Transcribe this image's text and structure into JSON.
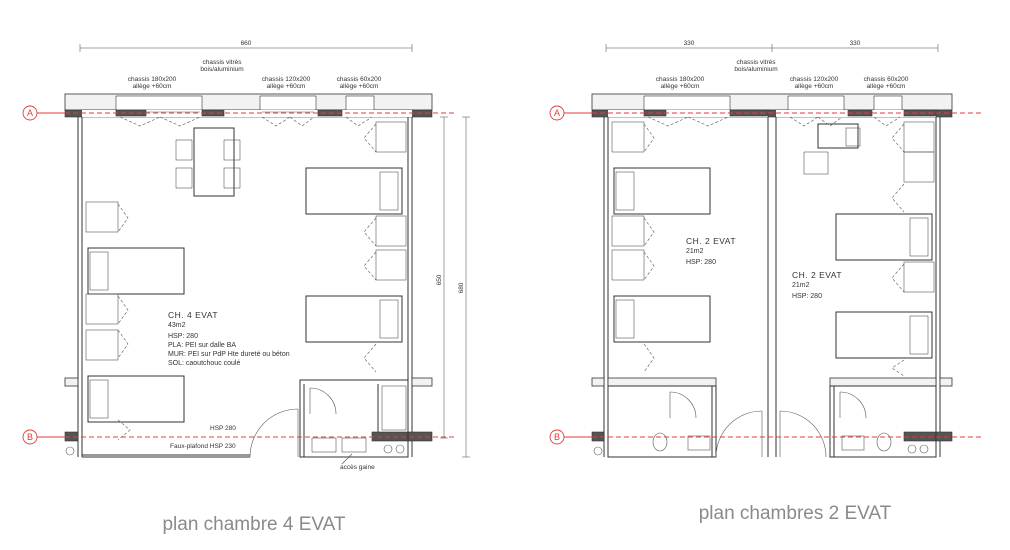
{
  "left_plan": {
    "dim_width": "660",
    "dim_height_inner": "650",
    "dim_height_outer": "680",
    "chassis_center": "chassis vitrés",
    "chassis_center_2": "bois/aluminium",
    "chassis_1": "chassis 180x200",
    "chassis_1b": "allège +60cm",
    "chassis_2": "chassis 120x200",
    "chassis_2b": "allège +60cm",
    "chassis_3": "chassis 60x200",
    "chassis_3b": "allège +60cm",
    "room_title": "CH. 4 EVAT",
    "room_area": "43m2",
    "room_hsp": "HSP: 280",
    "room_pla": "PLA: PEI sur dalle BA",
    "room_mur": "MUR: PEI sur PdP Hte dureté ou béton",
    "room_sol": "SOL: caoutchouc coulé",
    "hsp_line": "HSP 280",
    "faux_plafond": "Faux-plafond HSP 230",
    "acces_gaine": "accès gaine",
    "caption": "plan chambre 4 EVAT"
  },
  "right_plan": {
    "dim_left": "330",
    "dim_right": "330",
    "chassis_center": "chassis vitrés",
    "chassis_center_2": "bois/aluminium",
    "chassis_1": "chassis 180x200",
    "chassis_1b": "allège +60cm",
    "chassis_2": "chassis 120x200",
    "chassis_2b": "allège +60cm",
    "chassis_3": "chassis 60x200",
    "chassis_3b": "allège +60cm",
    "room_a_title": "CH. 2 EVAT",
    "room_a_area": "21m2",
    "room_a_hsp": "HSP: 280",
    "room_b_title": "CH. 2 EVAT",
    "room_b_area": "21m2",
    "room_b_hsp": "HSP: 280",
    "caption": "plan chambres 2 EVAT"
  },
  "axes": {
    "a_label": "A",
    "b_label": "B"
  },
  "colors": {
    "axis_red": "#e23b3b",
    "wall": "#333333",
    "caption_gray": "#8a8a8a"
  }
}
